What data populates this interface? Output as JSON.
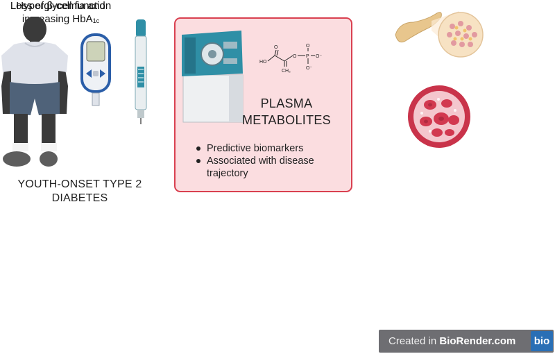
{
  "labels": {
    "top_line_1_a": "Loss of β-cell function",
    "top_line_1_b": "Hyperglycemia and",
    "top_line_2": "increasing HbA",
    "top_line_2_sub": "1c",
    "youth_caption_1": "YOUTH-ONSET TYPE 2",
    "youth_caption_2": "DIABETES"
  },
  "plasma": {
    "title_1": "PLASMA",
    "title_2": "METABOLITES",
    "bullets": [
      {
        "text": "Predictive biomarkers"
      },
      {
        "text": "Associated with disease trajectory"
      }
    ],
    "molecule_labels": {
      "ho": "HO",
      "o_top": "O",
      "o_link": "O",
      "p": "P",
      "o_minus_right": "O⁻",
      "o_p_top": "O",
      "o_p_bottom": "O⁻",
      "ch2": "CH₂"
    }
  },
  "badge": {
    "created_in": "Created in ",
    "brand": "BioRender.com",
    "logo": "bio"
  },
  "colors": {
    "plasma_box_fill": "#fbdde0",
    "plasma_box_border": "#d94050",
    "device_teal": "#2f8fa6",
    "badge_gray": "#6e6e72",
    "badge_logo_blue": "#2a6fb5"
  }
}
